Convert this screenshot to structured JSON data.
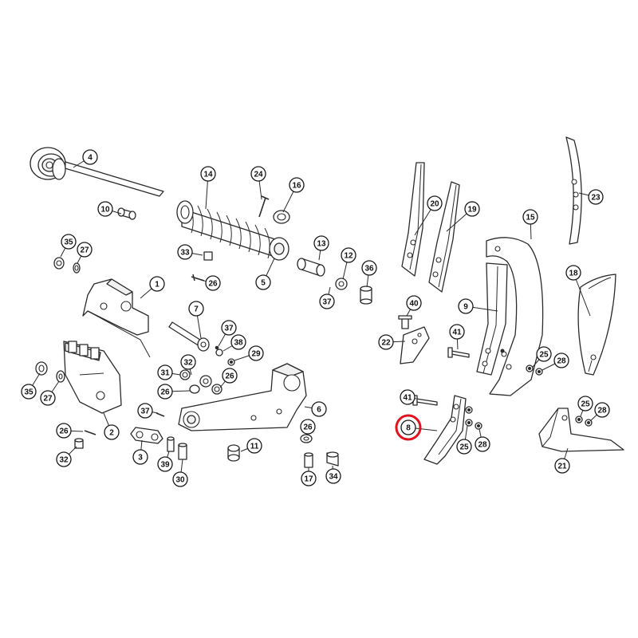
{
  "diagram": {
    "highlight_color": "#e0141e",
    "highlighted_callout": "8",
    "callouts": [
      {
        "label": "4"
      },
      {
        "label": "14"
      },
      {
        "label": "24"
      },
      {
        "label": "16"
      },
      {
        "label": "10"
      },
      {
        "label": "35"
      },
      {
        "label": "27"
      },
      {
        "label": "33"
      },
      {
        "label": "26"
      },
      {
        "label": "13"
      },
      {
        "label": "12"
      },
      {
        "label": "36"
      },
      {
        "label": "5"
      },
      {
        "label": "37"
      },
      {
        "label": "1"
      },
      {
        "label": "7"
      },
      {
        "label": "37"
      },
      {
        "label": "38"
      },
      {
        "label": "29"
      },
      {
        "label": "32"
      },
      {
        "label": "31"
      },
      {
        "label": "26"
      },
      {
        "label": "26"
      },
      {
        "label": "35"
      },
      {
        "label": "27"
      },
      {
        "label": "2"
      },
      {
        "label": "37"
      },
      {
        "label": "26"
      },
      {
        "label": "32"
      },
      {
        "label": "3"
      },
      {
        "label": "39"
      },
      {
        "label": "30"
      },
      {
        "label": "6"
      },
      {
        "label": "26"
      },
      {
        "label": "11"
      },
      {
        "label": "17"
      },
      {
        "label": "34"
      },
      {
        "label": "20"
      },
      {
        "label": "19"
      },
      {
        "label": "23"
      },
      {
        "label": "15"
      },
      {
        "label": "18"
      },
      {
        "label": "40"
      },
      {
        "label": "9"
      },
      {
        "label": "22"
      },
      {
        "label": "41"
      },
      {
        "label": "25"
      },
      {
        "label": "28"
      },
      {
        "label": "41"
      },
      {
        "label": "8"
      },
      {
        "label": "25"
      },
      {
        "label": "28"
      },
      {
        "label": "25"
      },
      {
        "label": "28"
      },
      {
        "label": "21"
      }
    ]
  }
}
